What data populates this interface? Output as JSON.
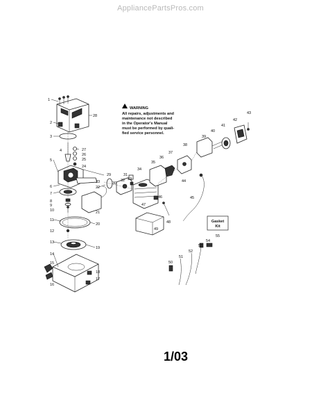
{
  "header": {
    "site": "AppliancePartsPros.com"
  },
  "warning": {
    "title": "WARNING",
    "lines": [
      "All repairs, adjustments and",
      "maintenance not described",
      "in the Operator's Manual",
      "must be performed by quali-",
      "fied service personnel."
    ]
  },
  "gasket_kit": {
    "label_line1": "Gasket",
    "label_line2": "Kit",
    "number": "55"
  },
  "part_numbers": [
    "1",
    "2",
    "3",
    "4",
    "5",
    "6",
    "7",
    "8",
    "9",
    "10",
    "11",
    "12",
    "13",
    "14",
    "15",
    "16",
    "17",
    "18",
    "19",
    "20",
    "21",
    "22",
    "23",
    "24",
    "25",
    "26",
    "27",
    "28",
    "29",
    "30",
    "31",
    "32",
    "33",
    "34",
    "35",
    "36",
    "37",
    "38",
    "39",
    "40",
    "41",
    "42",
    "43",
    "44",
    "45",
    "46",
    "47",
    "48",
    "49",
    "50",
    "51",
    "52",
    "53",
    "54",
    "55"
  ],
  "footer": {
    "page": "1/03"
  }
}
